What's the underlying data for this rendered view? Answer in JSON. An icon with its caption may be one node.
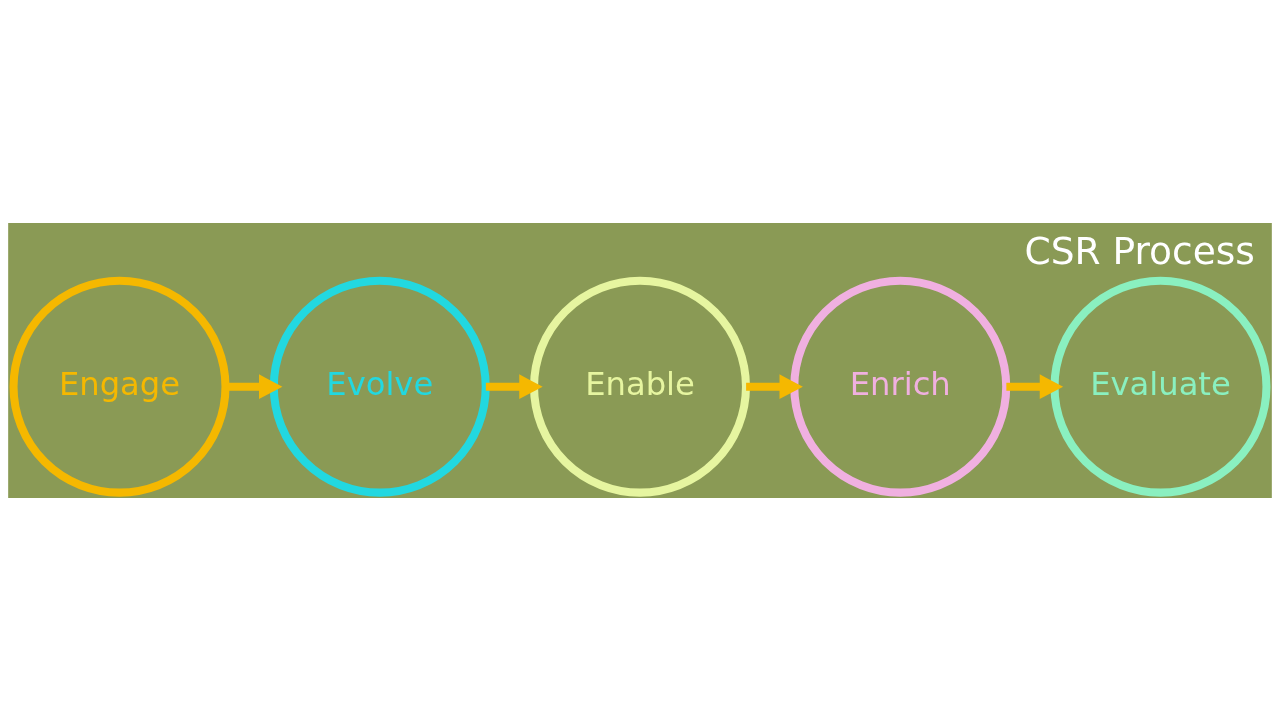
{
  "diagram": {
    "title": "CSR Process",
    "nodes": [
      {
        "text": [
          "Engage"
        ]
      },
      {
        "text": [
          "Evolve"
        ]
      },
      {
        "text": [
          "Enable"
        ]
      },
      {
        "text": [
          "Enrich"
        ]
      },
      {
        "text": [
          "Evaluate"
        ]
      }
    ],
    "edges": [
      {
        "from": 0,
        "to": 1,
        "arrow": "to"
      },
      {
        "from": 1,
        "to": 2,
        "arrow": "to"
      },
      {
        "from": 2,
        "to": 3,
        "arrow": "to"
      },
      {
        "from": 3,
        "to": 4,
        "arrow": "to"
      }
    ]
  }
}
